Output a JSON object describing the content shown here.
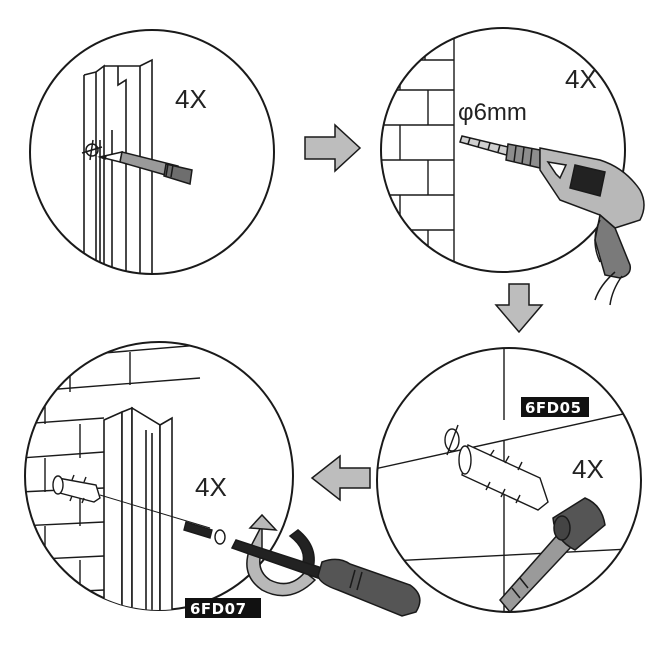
{
  "steps": [
    {
      "quantity": "4X"
    },
    {
      "quantity": "4X",
      "drill_size": "φ6mm"
    },
    {
      "quantity": "4X",
      "part_code": "6FD05"
    },
    {
      "quantity": "4X",
      "part_code": "6FD07"
    }
  ],
  "colors": {
    "arrow_fill": "#bdbdbd",
    "line": "#1a1a1a",
    "label_bg": "#111111"
  }
}
